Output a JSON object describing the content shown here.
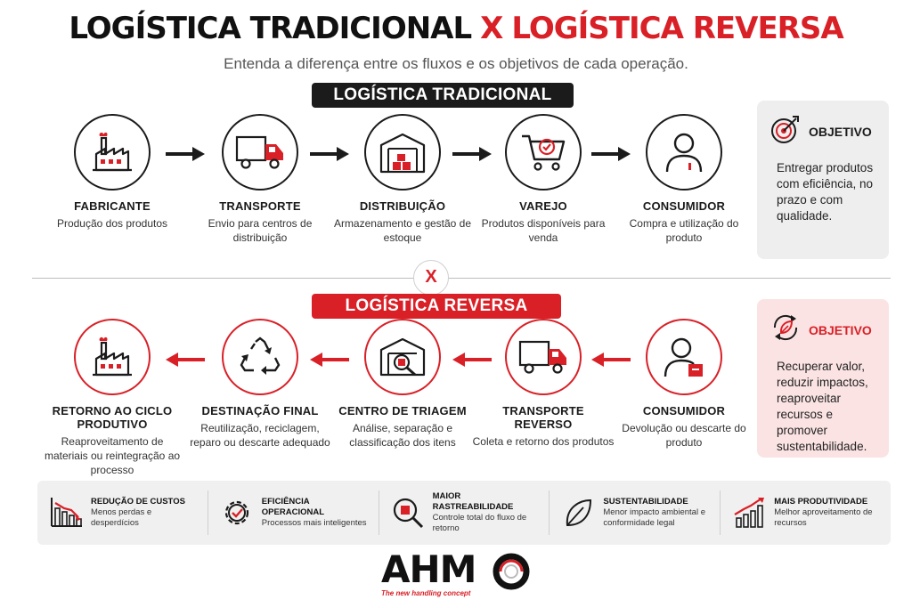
{
  "header": {
    "title_left": "LOGÍSTICA TRADICIONAL",
    "title_x": "X",
    "title_right": "LOGÍSTICA REVERSA",
    "subtitle": "Entenda a diferença entre os fluxos e os objetivos de cada operação."
  },
  "traditional": {
    "label": "LOGÍSTICA TRADICIONAL",
    "steps": [
      {
        "name": "FABRICANTE",
        "desc": "Produção dos produtos",
        "icon": "factory-icon"
      },
      {
        "name": "TRANSPORTE",
        "desc": "Envio para centros de distribuição",
        "icon": "truck-icon"
      },
      {
        "name": "DISTRIBUIÇÃO",
        "desc": "Armazenamento e gestão de estoque",
        "icon": "warehouse-icon"
      },
      {
        "name": "VAREJO",
        "desc": "Produtos disponíveis para venda",
        "icon": "cart-icon"
      },
      {
        "name": "CONSUMIDOR",
        "desc": "Compra e utilização do produto",
        "icon": "consumer-icon"
      }
    ],
    "objective": {
      "label": "OBJETIVO",
      "text": "Entregar produtos com eficiência, no prazo e com qualidade.",
      "icon": "target-icon"
    }
  },
  "separator": "X",
  "reverse": {
    "label": "LOGÍSTICA REVERSA",
    "steps": [
      {
        "name": "RETORNO AO CICLO PRODUTIVO",
        "desc": "Reaproveitamento de materiais ou reintegração ao processo",
        "icon": "factory-icon"
      },
      {
        "name": "DESTINAÇÃO FINAL",
        "desc": "Reutilização, reciclagem, reparo ou descarte adequado",
        "icon": "recycle-icon"
      },
      {
        "name": "CENTRO DE TRIAGEM",
        "desc": "Análise, separação e classificação dos itens",
        "icon": "warehouse-search-icon"
      },
      {
        "name": "TRANSPORTE REVERSO",
        "desc": "Coleta e retorno dos produtos",
        "icon": "truck-icon"
      },
      {
        "name": "CONSUMIDOR",
        "desc": "Devolução ou descarte do produto",
        "icon": "consumer-return-icon"
      }
    ],
    "objective": {
      "label": "OBJETIVO",
      "text": "Recuperar valor, reduzir impactos, reaproveitar recursos e promover sustentabilidade.",
      "icon": "cycle-leaf-icon"
    }
  },
  "benefits": [
    {
      "title": "REDUÇÃO DE CUSTOS",
      "desc": "Menos perdas e desperdícios",
      "icon": "cost-chart-icon"
    },
    {
      "title": "EFICIÊNCIA OPERACIONAL",
      "desc": "Processos mais inteligentes",
      "icon": "gear-check-icon"
    },
    {
      "title": "MAIOR RASTREABILIDADE",
      "desc": "Controle total do fluxo de retorno",
      "icon": "magnifier-box-icon"
    },
    {
      "title": "SUSTENTABILIDADE",
      "desc": "Menor impacto ambiental e conformidade legal",
      "icon": "leaf-icon"
    },
    {
      "title": "MAIS PRODUTIVIDADE",
      "desc": "Melhor aproveitamento de recursos",
      "icon": "growth-chart-icon"
    }
  ],
  "logo": {
    "word": "AHM",
    "tagline": "The new handling concept"
  },
  "colors": {
    "accent": "#d92027",
    "dark": "#1b1b1b",
    "panel_grey": "#eeeeee",
    "panel_pink": "#fbe3e3"
  }
}
